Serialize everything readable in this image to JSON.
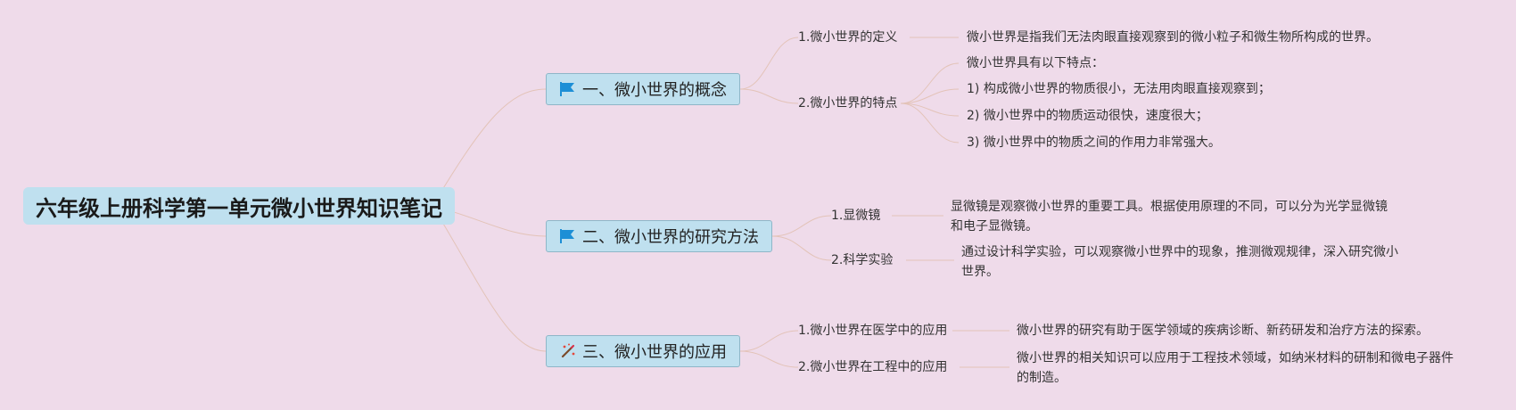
{
  "root": {
    "title": "六年级上册科学第一单元微小世界知识笔记"
  },
  "branches": [
    {
      "label": "一、微小世界的概念",
      "icon": "blue-flag-icon",
      "subs": [
        {
          "label": "1.微小世界的定义",
          "leaves": [
            "微小世界是指我们无法肉眼直接观察到的微小粒子和微生物所构成的世界。"
          ]
        },
        {
          "label": "2.微小世界的特点",
          "leaves": [
            "微小世界具有以下特点：",
            "1) 构成微小世界的物质很小，无法用肉眼直接观察到；",
            "2) 微小世界中的物质运动很快，速度很大；",
            "3) 微小世界中的物质之间的作用力非常强大。"
          ]
        }
      ]
    },
    {
      "label": "二、微小世界的研究方法",
      "icon": "blue-flag-icon",
      "subs": [
        {
          "label": "1.显微镜",
          "leaves": [
            "显微镜是观察微小世界的重要工具。根据使用原理的不同，可以分为光学显微镜和电子显微镜。"
          ]
        },
        {
          "label": "2.科学实验",
          "leaves": [
            "通过设计科学实验，可以观察微小世界中的现象，推测微观规律，深入研究微小世界。"
          ]
        }
      ]
    },
    {
      "label": "三、微小世界的应用",
      "icon": "magic-wand-icon",
      "subs": [
        {
          "label": "1.微小世界在医学中的应用",
          "leaves": [
            "微小世界的研究有助于医学领域的疾病诊断、新药研发和治疗方法的探索。"
          ]
        },
        {
          "label": "2.微小世界在工程中的应用",
          "leaves": [
            "微小世界的相关知识可以应用于工程技术领域，如纳米材料的研制和微电子器件的制造。"
          ]
        }
      ]
    }
  ],
  "colors": {
    "background": "#efdbea",
    "node_fill": "#bfe0ef",
    "node_border": "#8fb6c8",
    "connector": "#e3c3b8",
    "flag": "#1d8fd6"
  }
}
